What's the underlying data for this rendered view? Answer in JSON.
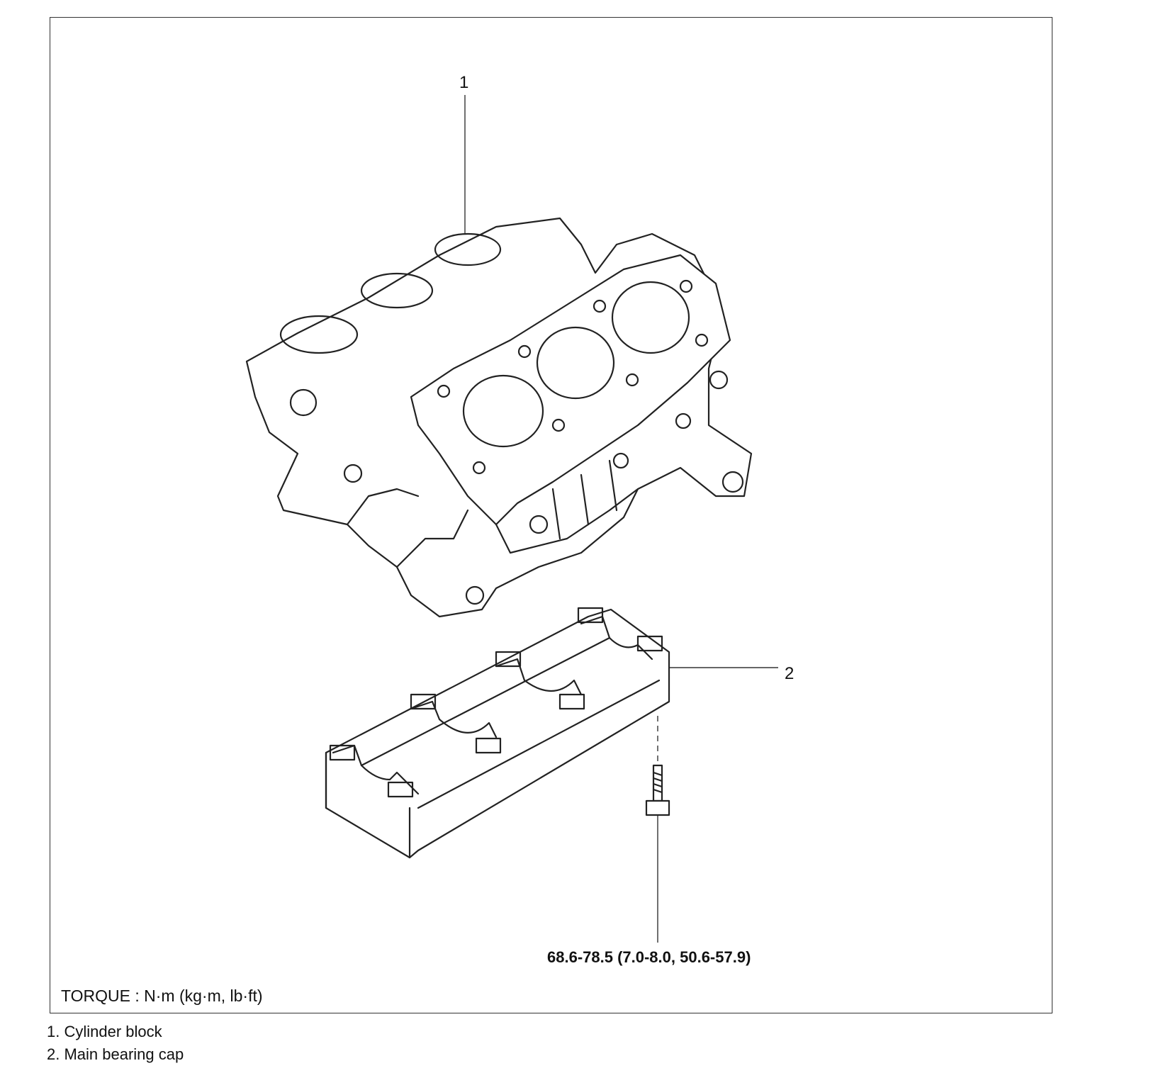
{
  "callouts": {
    "one": "1",
    "two": "2"
  },
  "torque": {
    "spec": "68.6-78.5 (7.0-8.0, 50.6-57.9)",
    "units": "TORQUE : N·m (kg·m, lb·ft)"
  },
  "legend": [
    "1. Cylinder block",
    "2. Main bearing cap"
  ]
}
